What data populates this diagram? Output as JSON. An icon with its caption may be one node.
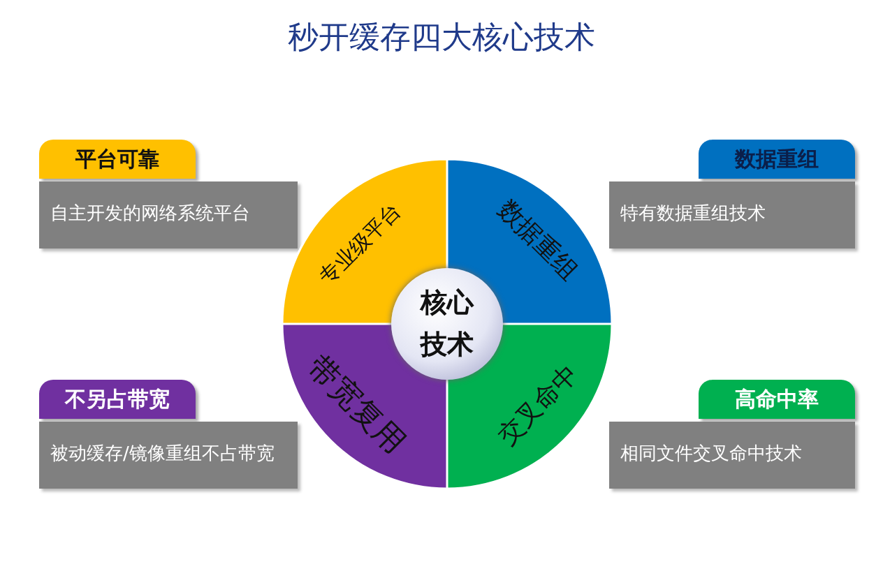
{
  "diagram": {
    "title": "秒开缓存四大核心技术",
    "nodes": [
      {
        "text": [
          "平台可靠"
        ]
      },
      {
        "text": [
          "数据重组"
        ]
      },
      {
        "text": [
          "自主开发的网络系统平台"
        ]
      },
      {
        "text": [
          "特有数据重组技术"
        ]
      },
      {
        "text": [
          "专业级平台"
        ]
      },
      {
        "text": [
          "数据重组"
        ]
      },
      {
        "text": [
          "带宽复用"
        ]
      },
      {
        "text": [
          "交叉命中"
        ]
      },
      {
        "text": [
          "核心技术"
        ]
      },
      {
        "text": [
          "不另占带宽"
        ]
      },
      {
        "text": [
          "高命中率"
        ]
      },
      {
        "text": [
          "被动缓存/镜像重组不占带宽"
        ]
      },
      {
        "text": [
          "相同文件交叉命中技术"
        ]
      }
    ]
  }
}
